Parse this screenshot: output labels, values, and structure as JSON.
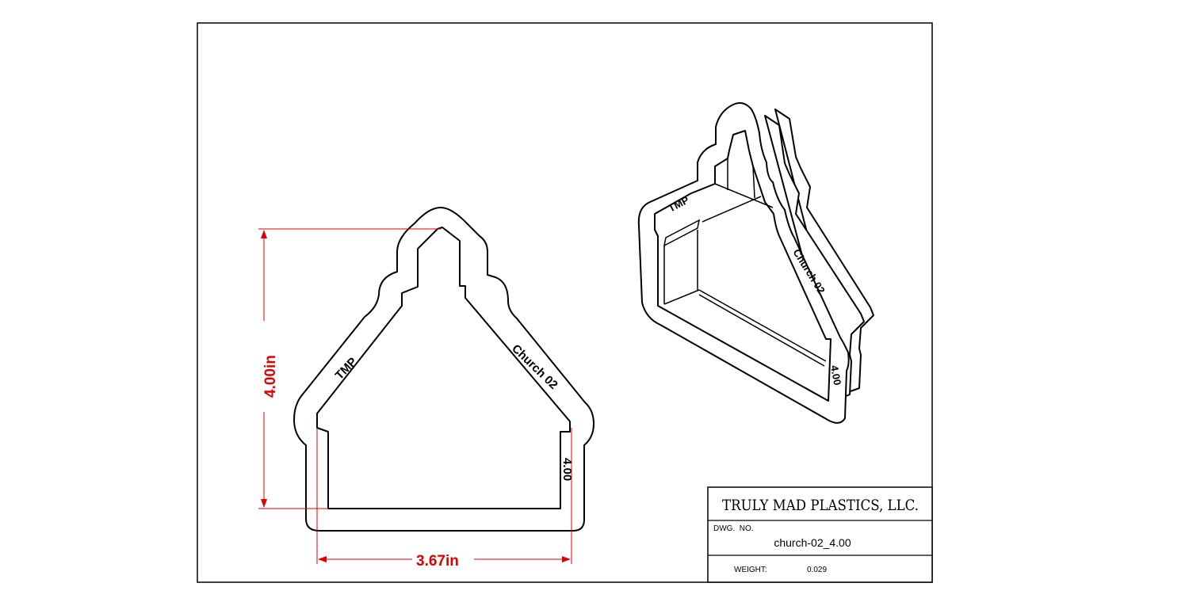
{
  "title_block": {
    "company": "TRULY MAD PLASTICS, LLC.",
    "dwg_no_label": "DWG.  NO.",
    "dwg_no": "church-02_4.00",
    "weight_label": "WEIGHT:",
    "weight": "0.029"
  },
  "dimensions": {
    "height": "4.00in",
    "width": "3.67in"
  },
  "embossed": {
    "brand": "TMP",
    "name": "Church 02",
    "size": "4.00"
  },
  "colors": {
    "dimension": "#e00000",
    "line": "#000000"
  }
}
